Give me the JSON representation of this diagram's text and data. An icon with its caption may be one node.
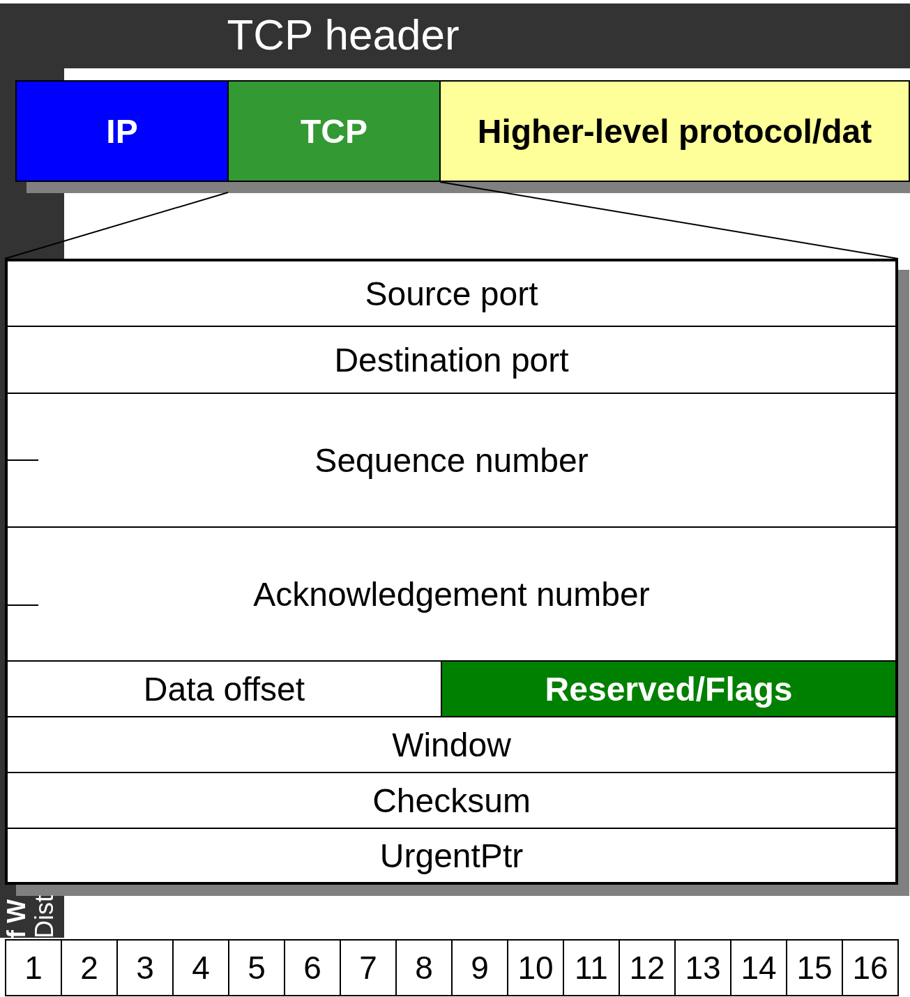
{
  "diagram": {
    "title": "TCP header",
    "nodes": [
      {
        "text": [
          "IP"
        ]
      },
      {
        "text": [
          "TCP"
        ]
      },
      {
        "text": [
          "Higher-level protocol/dat"
        ]
      },
      {
        "text": [],
        "shape": "box"
      },
      {
        "text": [
          "Source port"
        ],
        "in": 3
      },
      {
        "text": [
          "Destination port"
        ],
        "in": 3
      },
      {
        "text": [
          "Sequence number"
        ],
        "in": 3
      },
      {
        "text": [
          "Acknowledgement number"
        ],
        "in": 3
      },
      {
        "text": [
          "Data offset"
        ],
        "in": 3
      },
      {
        "text": [
          "Reserved/Flags"
        ],
        "in": 3
      },
      {
        "text": [
          "Window"
        ],
        "in": 3
      },
      {
        "text": [
          "Checksum"
        ],
        "in": 3
      },
      {
        "text": [
          "UrgentPtr"
        ],
        "in": 3
      }
    ],
    "edges": [
      {
        "from": 1,
        "to": 3,
        "arrow": "none"
      },
      {
        "from": 1,
        "to": 3,
        "arrow": "none"
      }
    ],
    "labels": [
      "f W",
      "Dist",
      "1",
      "2",
      "3",
      "4",
      "5",
      "6",
      "7",
      "8",
      "9",
      "10",
      "11",
      "12",
      "13",
      "14",
      "15",
      "16"
    ]
  }
}
